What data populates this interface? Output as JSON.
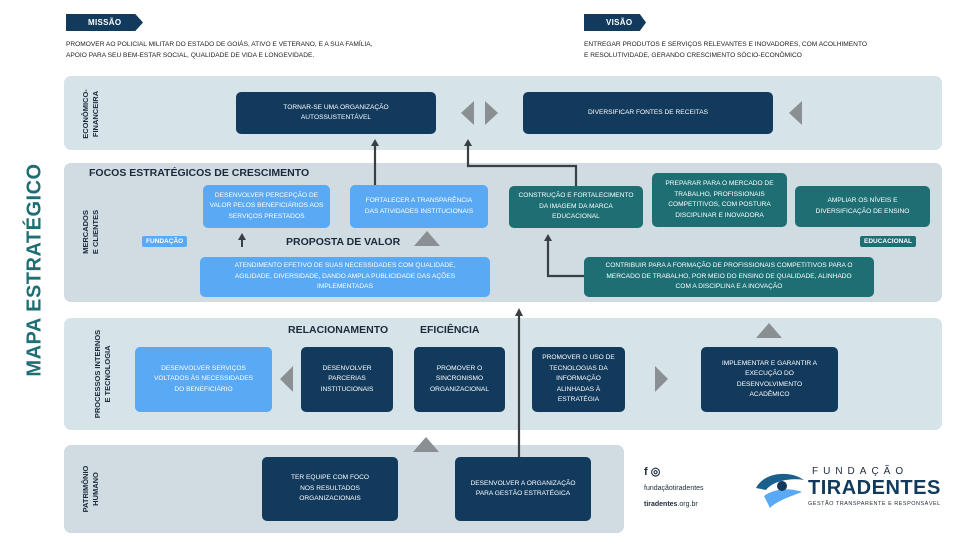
{
  "sidebar_title": "MAPA ESTRATÉGICO",
  "mission": {
    "tag": "MISSÃO",
    "text_line1": "PROMOVER AO POLICIAL MILITAR DO ESTADO DE GOIÁS, ATIVO E VETERANO, E A SUA FAMÍLIA,",
    "text_line2": "APOIO PARA SEU BEM-ESTAR SOCIAL, QUALIDADE DE VIDA E LONGEVIDADE."
  },
  "vision": {
    "tag": "VISÃO",
    "text_line1": "ENTREGAR PRODUTOS E SERVIÇOS RELEVANTES E INOVADORES, COM ACOLHIMENTO",
    "text_line2": "E RESOLUTIVIDADE, GERANDO CRESCIMENTO SÓCIO-ECONÔMICO"
  },
  "perspectives": {
    "economic": {
      "line1": "ECONÔMICO-",
      "line2": "FINANCEIRA"
    },
    "market": {
      "line1": "MERCADOS",
      "line2": "E CLIENTES"
    },
    "processes": {
      "line1": "PROCESSOS INTERNOS",
      "line2": "E TECNOLOGIA"
    },
    "human": {
      "line1": "PATRIMÔNIO",
      "line2": "HUMANO"
    }
  },
  "economic_boxes": {
    "self_sustain": "TORNAR-SE UMA ORGANIZAÇÃO AUTOSSUSTENTÁVEL",
    "diversify": "DIVERSIFICAR FONTES DE RECEITAS"
  },
  "market": {
    "focus_heading": "FOCOS ESTRATÉGICOS DE CRESCIMENTO",
    "perception": "DESENVOLVER PERCEPÇÃO DE VALOR PELOS BENEFICIÁRIOS AOS SERVIÇOS PRESTADOS",
    "transparency": "FORTALECER A TRANSPARÊNCIA DAS ATIVIDADES INSTITUCIONAIS",
    "construction": "CONSTRUÇÃO E FORTALECIMENTO DA IMAGEM DA MARCA EDUCACIONAL",
    "prepare": "PREPARAR PARA O MERCADO DE TRABALHO, PROFISSIONAIS COMPETITIVOS, COM POSTURA DISCIPLINAR E INOVADORA",
    "expand": "AMPLIAR OS NÍVEIS E DIVERSIFICAÇÃO DE ENSINO",
    "foundation_pill": "FUNDAÇÃO",
    "educational_pill": "EDUCACIONAL",
    "value_heading": "PROPOSTA DE VALOR",
    "service": "ATENDIMENTO EFETIVO DE SUAS NECESSIDADES COM QUALIDADE, AGILIDADE, DIVERSIDADE, DANDO AMPLA PUBLICIDADE DAS AÇÕES IMPLEMENTADAS",
    "contribute": "CONTRIBUIR PARA A FORMAÇÃO DE PROFISSIONAIS COMPETITIVOS PARA O MERCADO DE TRABALHO, POR MEIO DO ENSINO DE QUALIDADE, ALINHADO COM A DISCIPLINA E A INOVAÇÃO"
  },
  "processes": {
    "relationship_heading": "RELACIONAMENTO",
    "efficiency_heading": "EFICIÊNCIA",
    "services": "DESENVOLVER SERVIÇOS VOLTADOS ÀS NECESSIDADES DO BENEFICIÁRIO",
    "partnerships": "DESENVOLVER PARCERIAS INSTITUCIONAIS",
    "sync": "PROMOVER O SINCRONISMO ORGANIZACIONAL",
    "it": "PROMOVER O USO DE TECNOLOGIAS DA INFORMAÇÃO ALINHADAS À ESTRATÉGIA",
    "academic": "IMPLEMENTAR E GARANTIR A EXECUÇÃO DO DESENVOLVIMENTO ACADÊMICO"
  },
  "human": {
    "team": "TER EQUIPE COM FOCO NOS RESULTADOS ORGANIZACIONAIS",
    "develop": "DESENVOLVER A ORGANIZAÇÃO PARA GESTÃO ESTRATÉGICA"
  },
  "contact": {
    "social_icons": "f ◎",
    "handle": "fundaçãotiradentes",
    "site_bold": "tiradentes",
    "site_rest": ".org.br"
  },
  "logo": {
    "top": "FUNDAÇÃO",
    "name": "TIRADENTES",
    "tagline": "GESTÃO TRANSPARENTE E RESPONSÁVEL"
  },
  "colors": {
    "navy": "#123a5c",
    "teal": "#1d6f74",
    "light_blue": "#5aa9f4",
    "band": "#d6e4ea",
    "arrow_grey": "#8a8f94"
  }
}
